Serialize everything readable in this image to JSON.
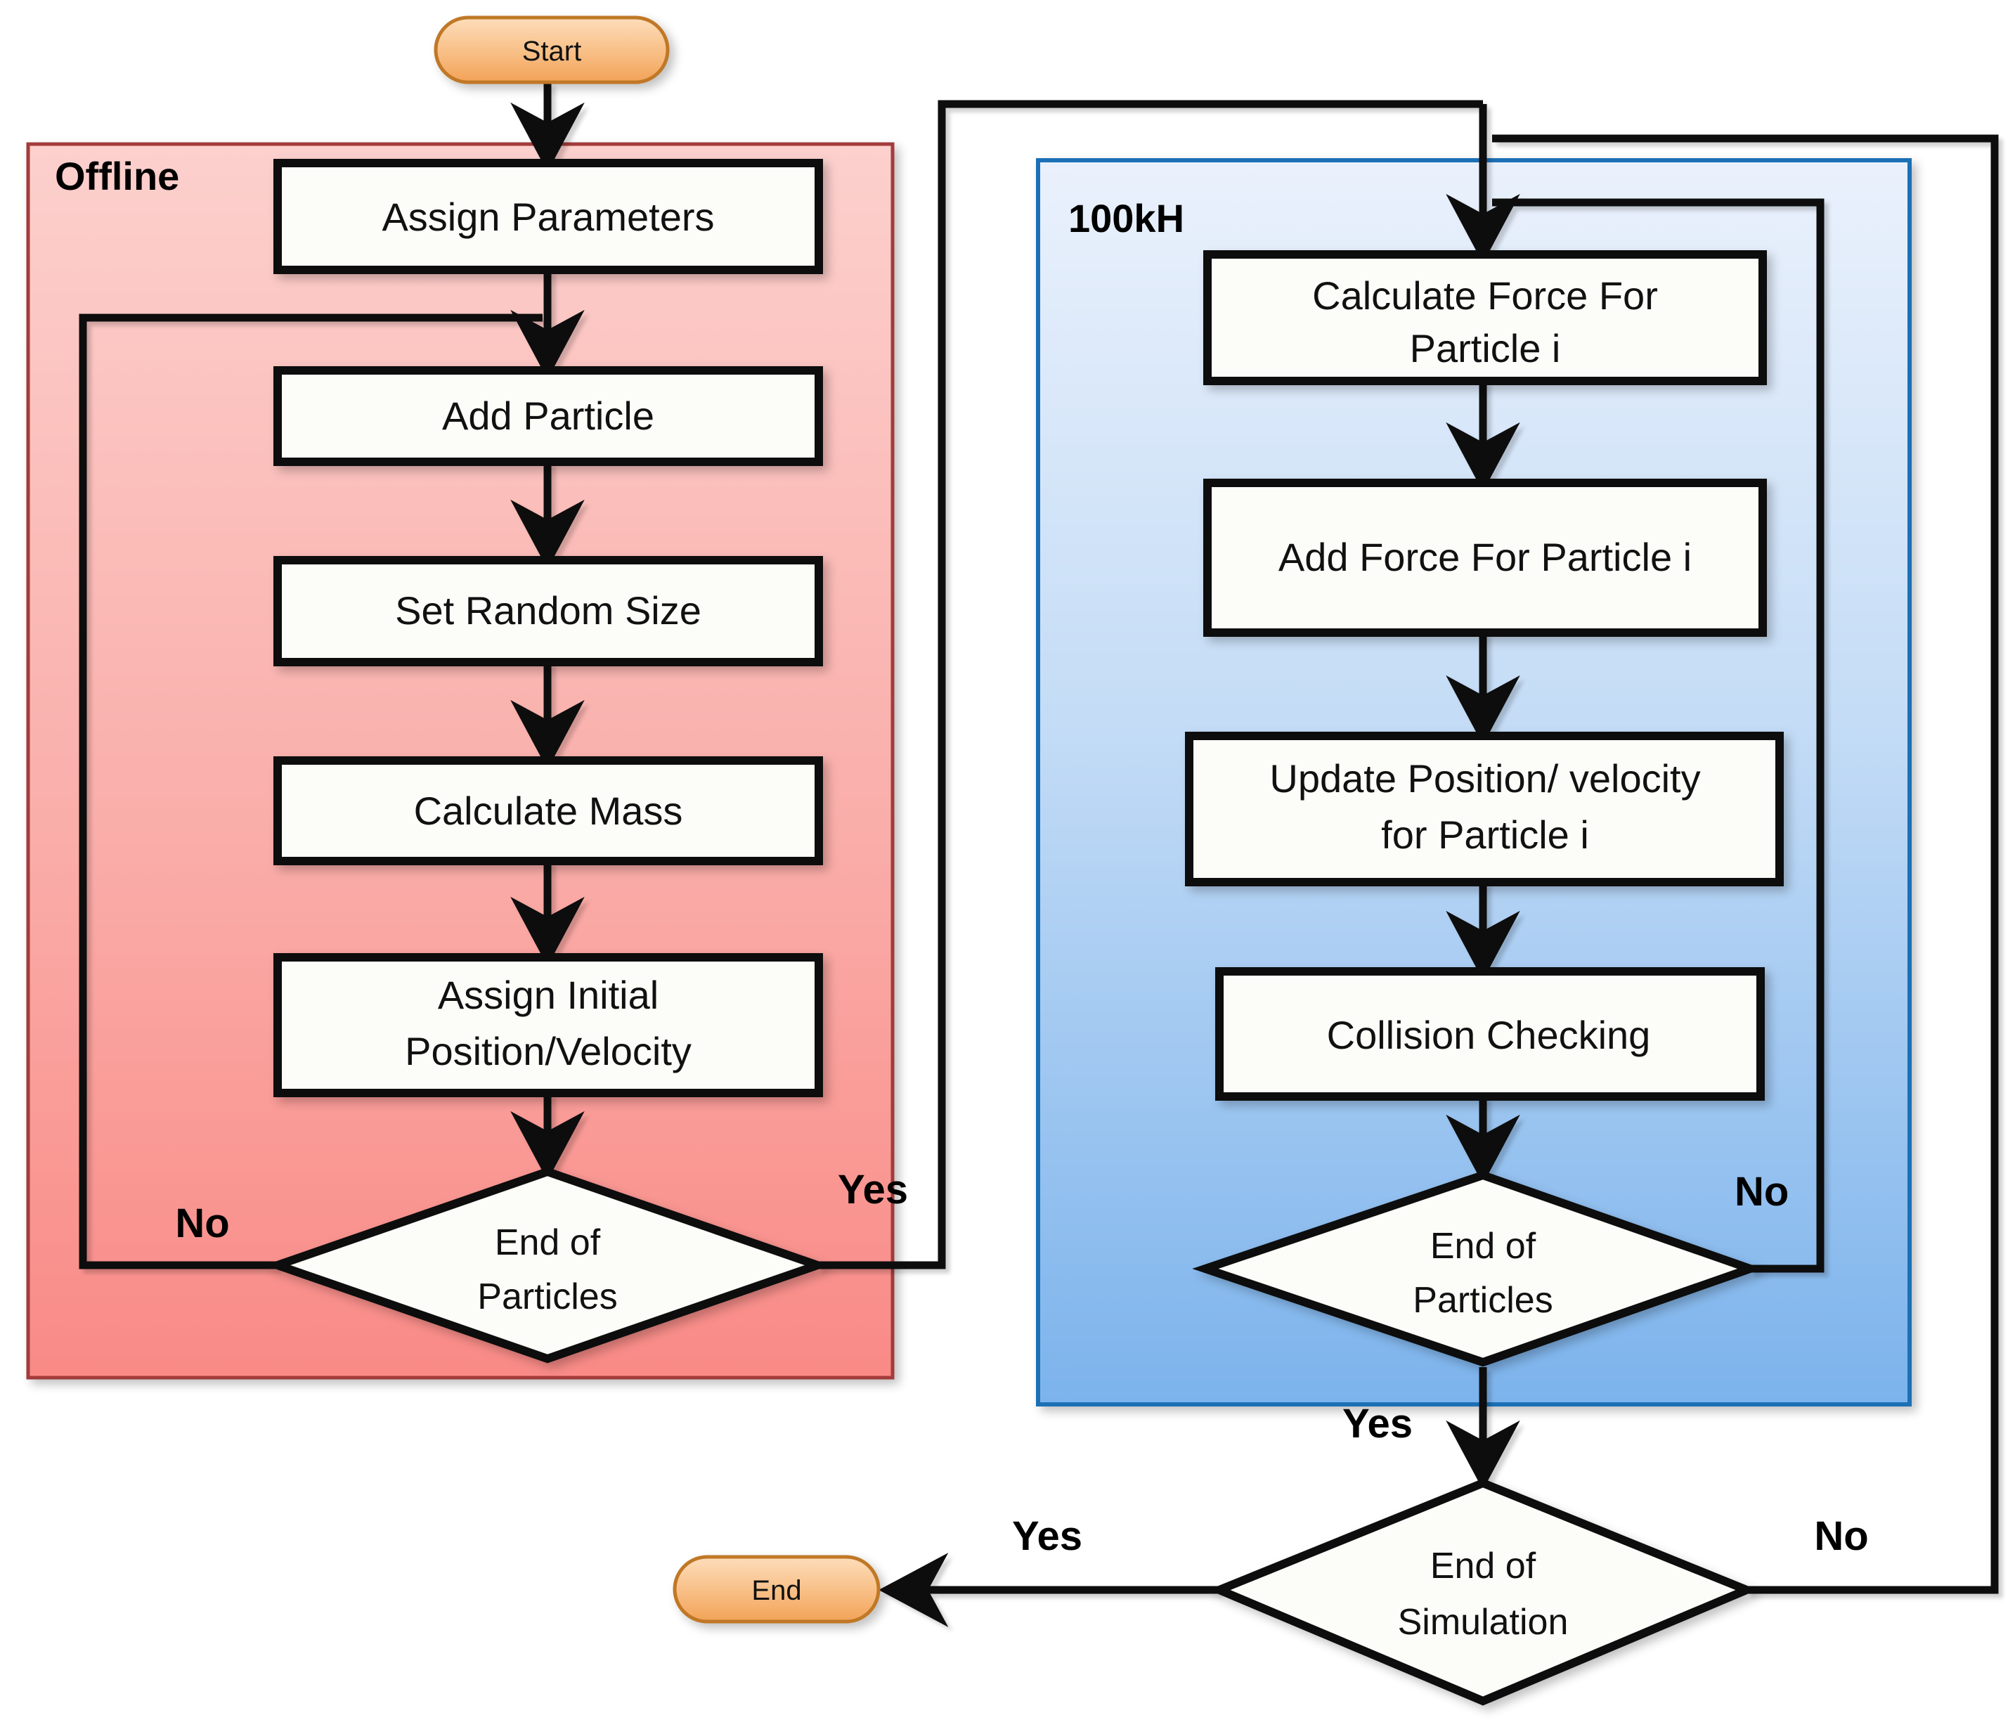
{
  "diagram": {
    "type": "flowchart",
    "title": "Particle simulation flowchart",
    "colors": {
      "offline_panel_fill_top": "#FBC9C6",
      "offline_panel_fill_bottom": "#F98A86",
      "offline_panel_border": "#A33B3B",
      "realtime_panel_fill_top": "#E7EFFB",
      "realtime_panel_fill_bottom": "#7CB3EC",
      "realtime_panel_border": "#1F6FB5",
      "terminator_fill_top": "#FBD2A6",
      "terminator_fill_bottom": "#F3A85C",
      "terminator_border": "#C07828",
      "process_fill": "#FCFCF8",
      "process_border": "#111111",
      "line": "#111111"
    }
  },
  "groups": [
    {
      "id": "offline",
      "label": "Offline"
    },
    {
      "id": "realtime",
      "label": "100kH"
    }
  ],
  "terminators": [
    {
      "id": "start",
      "label": "Start"
    },
    {
      "id": "end",
      "label": "End"
    }
  ],
  "processes": [
    {
      "id": "assign-parameters",
      "label": "Assign Parameters",
      "group": "offline"
    },
    {
      "id": "add-particle",
      "label": "Add Particle",
      "group": "offline"
    },
    {
      "id": "set-random-size",
      "label": "Set Random Size",
      "group": "offline"
    },
    {
      "id": "calculate-mass",
      "label": "Calculate Mass",
      "group": "offline"
    },
    {
      "id": "assign-initial-position-velocity",
      "label_line1": "Assign Initial",
      "label_line2": "Position/Velocity",
      "group": "offline"
    },
    {
      "id": "calculate-force-for-particle-i",
      "label_line1": "Calculate Force For",
      "label_line2": "Particle i",
      "group": "realtime"
    },
    {
      "id": "add-force-for-particle-i",
      "label": "Add Force For Particle i",
      "group": "realtime"
    },
    {
      "id": "update-position-velocity-for-particle-i",
      "label_line1": "Update Position/ velocity",
      "label_line2": "for Particle i",
      "group": "realtime"
    },
    {
      "id": "collision-checking",
      "label": "Collision Checking",
      "group": "realtime"
    }
  ],
  "decisions": [
    {
      "id": "offline-end-of-particles",
      "label_line1": "End of",
      "label_line2": "Particles",
      "group": "offline",
      "yes_label": "Yes",
      "no_label": "No"
    },
    {
      "id": "realtime-end-of-particles",
      "label_line1": "End of",
      "label_line2": "Particles",
      "group": "realtime",
      "yes_label": "Yes",
      "no_label": "No"
    },
    {
      "id": "end-of-simulation",
      "label_line1": "End of",
      "label_line2": "Simulation",
      "group": "none",
      "yes_label": "Yes",
      "no_label": "No"
    }
  ],
  "edge_labels": {
    "offline_particles_no": "No",
    "offline_particles_yes": "Yes",
    "realtime_particles_no": "No",
    "realtime_particles_yes": "Yes",
    "simulation_yes": "Yes",
    "simulation_no": "No"
  }
}
